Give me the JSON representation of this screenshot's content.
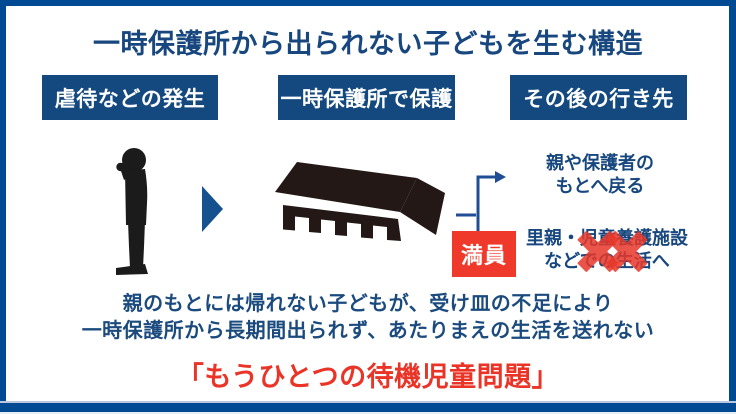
{
  "title": "一時保護所から出られない子どもを生む構造",
  "stages": [
    {
      "label": "虐待などの発生"
    },
    {
      "label": "一時保護所で保護"
    },
    {
      "label": "その後の行き先"
    }
  ],
  "flow": {
    "child_icon": "child-silhouette",
    "arrow_icon": "right-triangle-arrow",
    "shelter_icon": "shelter-building-silhouette"
  },
  "outcomes": {
    "return_home": {
      "line1": "親や保護者の",
      "line2": "もとへ戻る"
    },
    "full_badge": "満員",
    "foster_care": {
      "line1": "里親・児童養護施設",
      "line2": "などでの生活へ",
      "blocked": true
    }
  },
  "summary": {
    "line1": "親のもとには帰れない子どもが、受け皿の不足により",
    "line2": "一時保護所から長期間出られず、あたりまえの生活を送れない"
  },
  "conclusion": "「もうひとつの待機児童問題」",
  "colors": {
    "border_navy": "#004a93",
    "box_navy": "#14497f",
    "text_navy": "#17477e",
    "badge_red": "#ee392b",
    "cross_red": "#e8382a",
    "conclusion_red": "#ea3427",
    "silhouette_black": "#231815",
    "arrow_blue": "#15508f"
  }
}
